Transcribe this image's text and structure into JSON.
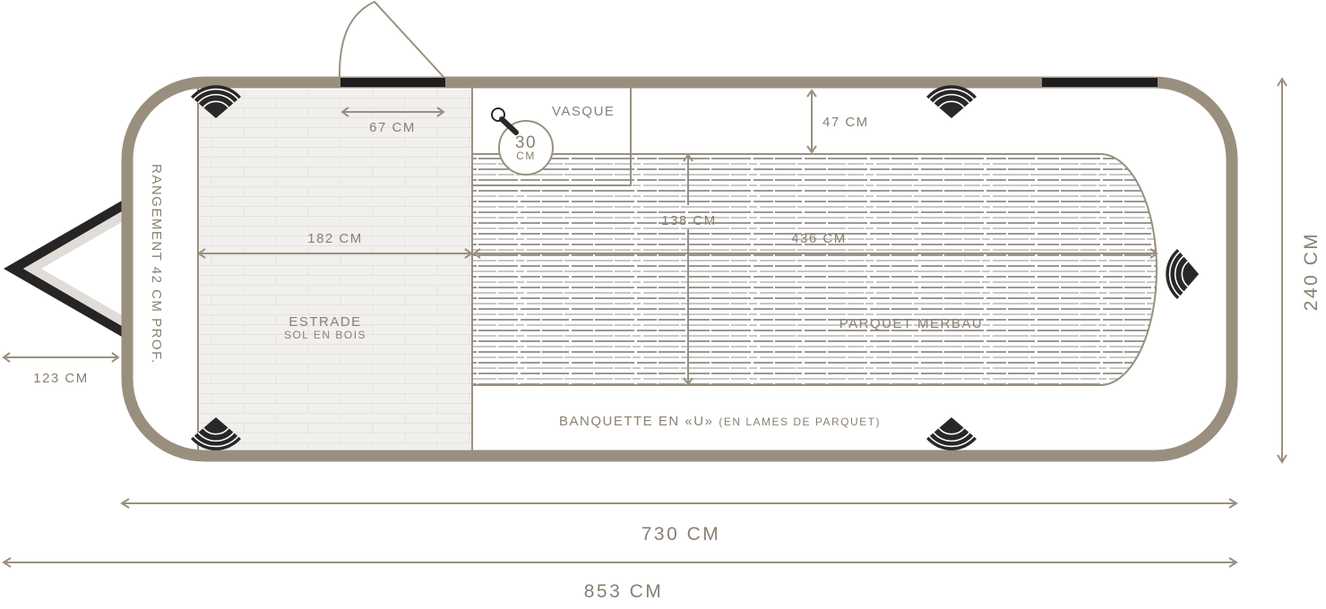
{
  "labels": {
    "vasque": "VASQUE",
    "vasque_size_number": "30",
    "vasque_size_unit": "CM",
    "door_width": "67 CM",
    "aisle_depth": "47 CM",
    "estrade_length": "182 CM",
    "seat_depth": "138 CM",
    "parquet_length": "436 CM",
    "estrade_title": "ESTRADE",
    "estrade_subtitle": "SOL EN BOIS",
    "parquet_title": "PARQUET MERBAU",
    "banquette_main": "BANQUETTE EN «U»",
    "banquette_sub": "(EN LAMES DE PARQUET)",
    "rangement": "RANGEMENT 42 CM PROF.",
    "drawbar_length": "123 CM",
    "body_length": "730 CM",
    "total_length": "853 CM",
    "total_width": "240 CM"
  },
  "colors": {
    "wall": "#9a8f7f",
    "wall_light": "#b3a898",
    "speaker": "#2a2826",
    "window": "#1f1d1d",
    "hitch": "#262424",
    "estrade_fill": "#f1f0ee"
  }
}
